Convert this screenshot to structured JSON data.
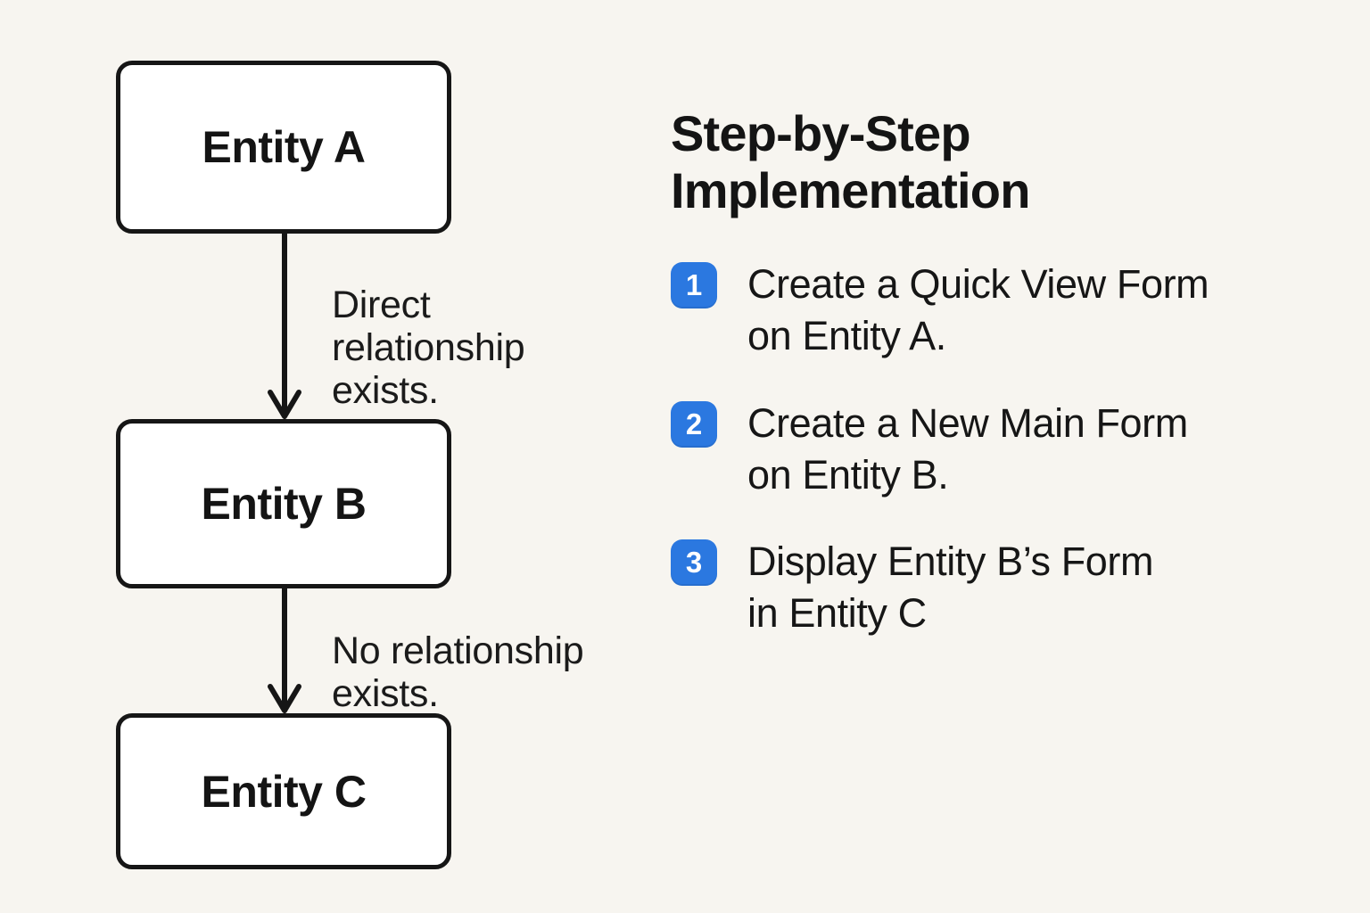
{
  "diagram": {
    "nodes": [
      {
        "id": "entity-a",
        "label": "Entity A"
      },
      {
        "id": "entity-b",
        "label": "Entity B"
      },
      {
        "id": "entity-c",
        "label": "Entity C"
      }
    ],
    "edges": [
      {
        "from": "entity-a",
        "to": "entity-b",
        "lines": [
          "Direct",
          "relationship",
          "exists."
        ]
      },
      {
        "from": "entity-b",
        "to": "entity-c",
        "lines": [
          "No relationship",
          "exists."
        ]
      }
    ]
  },
  "panel": {
    "title_lines": [
      "Step-by-Step",
      "Implementation"
    ],
    "steps": [
      {
        "number": "1",
        "lines": [
          "Create a Quick View Form",
          "on Entity A."
        ]
      },
      {
        "number": "2",
        "lines": [
          "Create a New Main Form",
          "on Entity B."
        ]
      },
      {
        "number": "3",
        "lines": [
          "Display Entity B’s Form",
          "in Entity C"
        ]
      }
    ]
  },
  "colors": {
    "background": "#f7f5f0",
    "node_fill": "#ffffff",
    "node_border": "#161616",
    "badge_blue": "#2b78e0",
    "badge_number": "#ffffff",
    "text": "#1a1a1a"
  }
}
